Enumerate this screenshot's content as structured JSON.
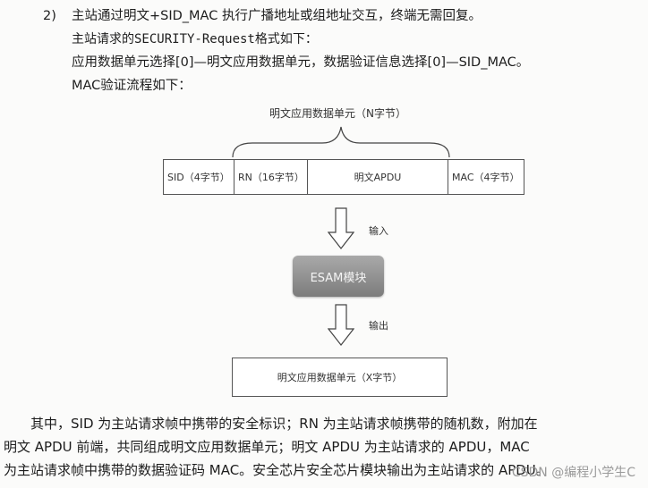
{
  "header_lines": [
    {
      "num": "2)",
      "text": "主站通过明文+SID_MAC 执行广播地址或组地址交互，终端无需回复。"
    },
    {
      "text": "主站请求的SECURITY-Request格式如下："
    },
    {
      "text": "应用数据单元选择[0]—明文应用数据单元，数据验证信息选择[0]—SID_MAC。"
    },
    {
      "text": "MAC验证流程如下："
    }
  ],
  "diagram": {
    "top_label": "明文应用数据单元（N字节）",
    "segments": {
      "sid": "SID（4字节）",
      "rn": "RN（16字节）",
      "apdu": "明文APDU",
      "mac": "MAC（4字节）"
    },
    "input_label": "输入",
    "esam_label": "ESAM模块",
    "output_label": "输出",
    "output_box": "明文应用数据单元（X字节）"
  },
  "paragraph": [
    "其中，SID 为主站请求帧中携带的安全标识；RN 为主站请求帧携带的随机数，附加在",
    "明文 APDU 前端，共同组成明文应用数据单元；明文 APDU 为主站请求的 APDU，MAC",
    "为主站请求帧中携带的数据验证码 MAC。安全芯片安全芯片模块输出为主站请求的 APDU。"
  ],
  "watermark": "CSDN @编程小学生C"
}
